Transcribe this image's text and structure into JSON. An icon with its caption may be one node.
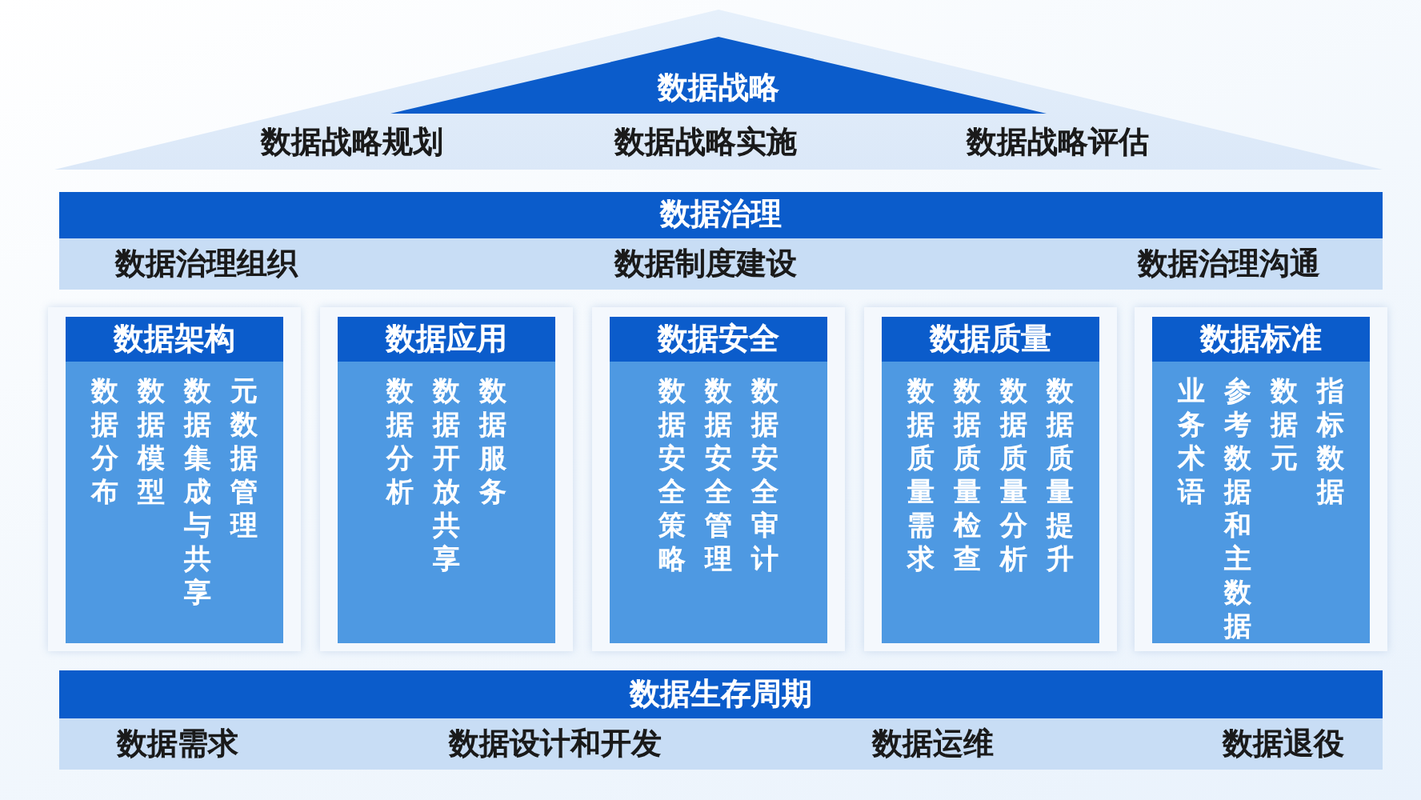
{
  "diagram": {
    "nodes": [
      {
        "text": [
          "数据战略",
          "数据战略规划",
          "数据战略实施",
          "数据战略评估"
        ]
      },
      {
        "text": [
          "数据治理",
          "数据治理组织",
          "数据制度建设",
          "数据治理沟通"
        ]
      },
      {
        "text": [
          "数据架构",
          "数据分布",
          "数据模型",
          "数据集成与共享",
          "元数据管理"
        ]
      },
      {
        "text": [
          "数据应用",
          "数据分析",
          "数据开放共享",
          "数据服务"
        ]
      },
      {
        "text": [
          "数据安全",
          "数据安全策略",
          "数据安全管理",
          "数据安全审计"
        ]
      },
      {
        "text": [
          "数据质量",
          "数据质量需求",
          "数据质量检查",
          "数据质量分析",
          "数据质量提升"
        ]
      },
      {
        "text": [
          "数据标准",
          "业务术语",
          "参考数据和主数据",
          "数据元",
          "指标数据"
        ]
      },
      {
        "text": [
          "数据生存周期",
          "数据需求",
          "数据设计和开发",
          "数据运维",
          "数据退役"
        ]
      }
    ]
  }
}
